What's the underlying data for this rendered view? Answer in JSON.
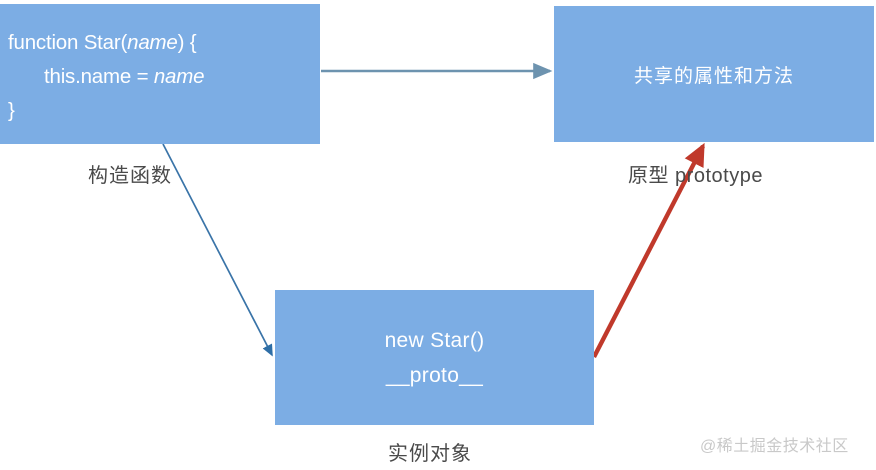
{
  "diagram": {
    "title": "JavaScript prototype relationship diagram",
    "colors": {
      "box_fill": "#7CADE4",
      "box_text": "#ffffff",
      "caption_text": "#4a4a4a",
      "arrow_blue": "#6D93AF",
      "arrow_blue_thin": "#3A74A8",
      "arrow_red": "#C0392B",
      "watermark": "#c9c9c9",
      "background": "#ffffff"
    },
    "boxes": {
      "constructor": {
        "lines": [
          "function Star(",
          "name",
          ") {",
          "this.name = ",
          "name",
          "}"
        ],
        "line1_prefix": "function Star(",
        "line1_italic": "name",
        "line1_suffix": ") {",
        "line2_prefix": "this.name = ",
        "line2_italic": "name",
        "line3": "}"
      },
      "prototype": {
        "text": "共享的属性和方法"
      },
      "instance": {
        "line1": "new Star()",
        "line2": "__proto__"
      }
    },
    "captions": {
      "constructor": "构造函数",
      "prototype": "原型 prototype",
      "instance": "实例对象"
    },
    "arrows": [
      {
        "name": "constructor-to-prototype",
        "color": "#6D93AF",
        "from": "constructor-box-right-edge",
        "to": "prototype-box-left-edge",
        "style": "straight-horizontal"
      },
      {
        "name": "constructor-to-instance",
        "color": "#3A74A8",
        "from": "constructor-box-bottom-edge",
        "to": "instance-box-left-edge",
        "style": "diagonal-down-right"
      },
      {
        "name": "instance-proto-to-prototype",
        "color": "#C0392B",
        "from": "instance-box-right-edge",
        "to": "prototype-box-bottom-edge",
        "style": "diagonal-up-right"
      }
    ],
    "watermark": "@稀土掘金技术社区"
  }
}
